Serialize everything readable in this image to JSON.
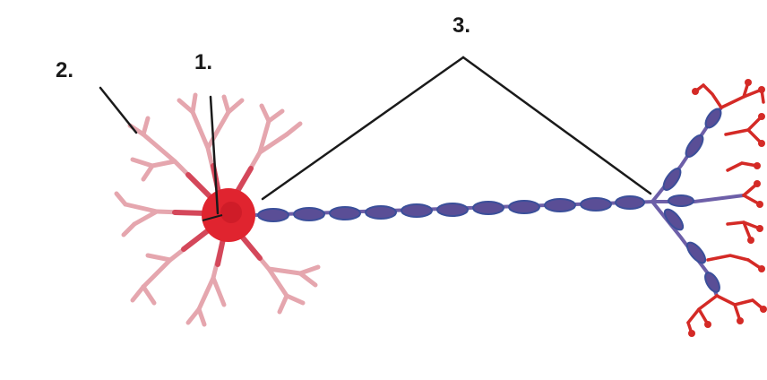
{
  "labels": {
    "l1": "1.",
    "l2": "2.",
    "l3": "3."
  },
  "colors": {
    "cell_body": "#e0242f",
    "dendrite": "#e5a6ae",
    "dendrite_dark": "#d4475a",
    "axon_sheath": "#5a4e96",
    "axon_inner": "#3b4f9a",
    "terminal": "#d42a26",
    "leader_line": "#1a1a1a"
  }
}
